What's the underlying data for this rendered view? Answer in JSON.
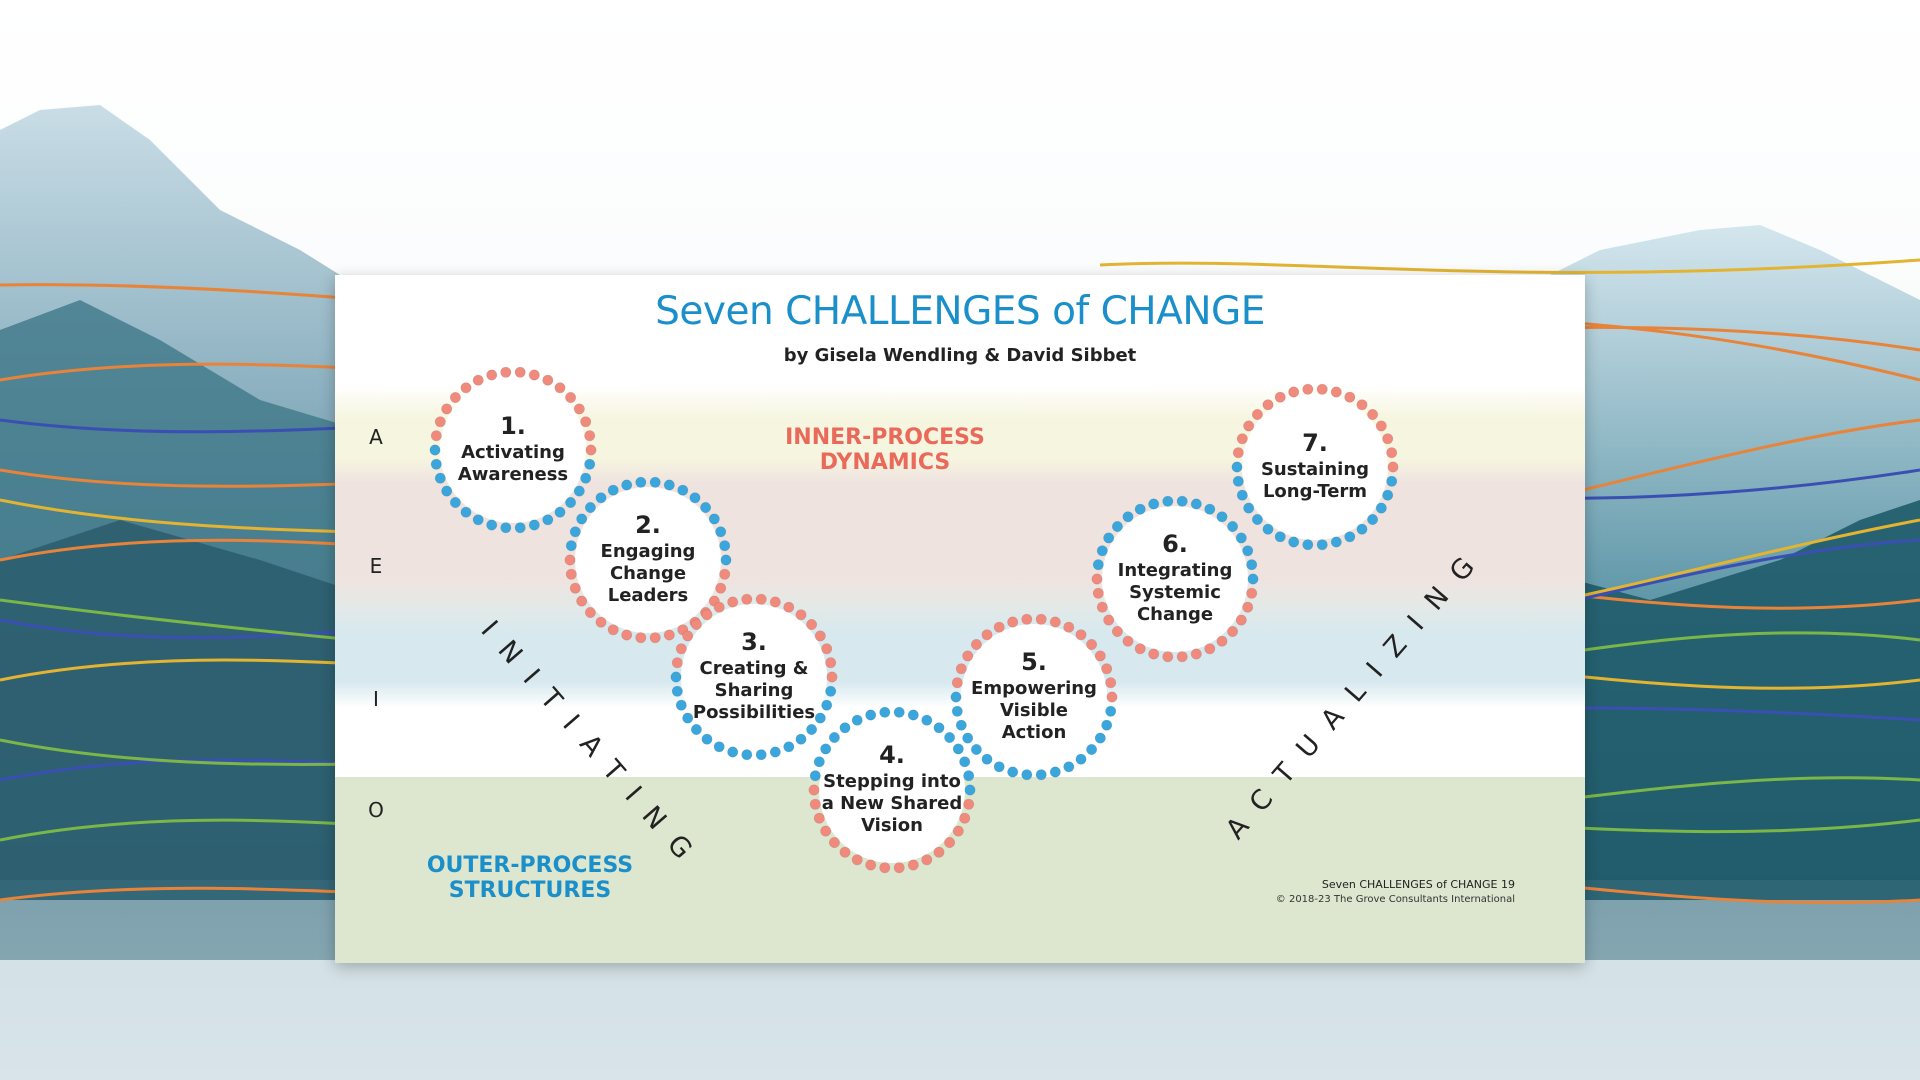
{
  "diagram": {
    "title": "Seven CHALLENGES of CHANGE",
    "subtitle": "by Gisela Wendling & David Sibbet",
    "rows": [
      "A",
      "E",
      "I",
      "O"
    ],
    "inner_label": [
      "INNER-PROCESS",
      "DYNAMICS"
    ],
    "outer_label": [
      "OUTER-PROCESS",
      "STRUCTURES"
    ],
    "left_arc_word": "INITIATING",
    "right_arc_word": "ACTUALIZING",
    "stages": [
      {
        "number": "1.",
        "lines": [
          "Activating",
          "Awareness"
        ]
      },
      {
        "number": "2.",
        "lines": [
          "Engaging",
          "Change",
          "Leaders"
        ]
      },
      {
        "number": "3.",
        "lines": [
          "Creating &",
          "Sharing",
          "Possibilities"
        ]
      },
      {
        "number": "4.",
        "lines": [
          "Stepping into",
          "a New Shared",
          "Vision"
        ]
      },
      {
        "number": "5.",
        "lines": [
          "Empowering",
          "Visible",
          "Action"
        ]
      },
      {
        "number": "6.",
        "lines": [
          "Integrating",
          "Systemic",
          "Change"
        ]
      },
      {
        "number": "7.",
        "lines": [
          "Sustaining",
          "Long-Term"
        ]
      }
    ],
    "credit_line": "Seven CHALLENGES of CHANGE 19",
    "copyright": "© 2018-23 The Grove Consultants International"
  },
  "colors": {
    "title_blue": "#1b8fc9",
    "coral": "#e96a5a",
    "dot_blue": "#3aa6dc",
    "dot_coral": "#f08a7c",
    "band_yellow": "#f6f5df",
    "band_pink": "#efe3e0",
    "band_blue": "#d7e9ef",
    "band_green": "#dde6cf",
    "mountain_teal": "#2f6f80"
  }
}
